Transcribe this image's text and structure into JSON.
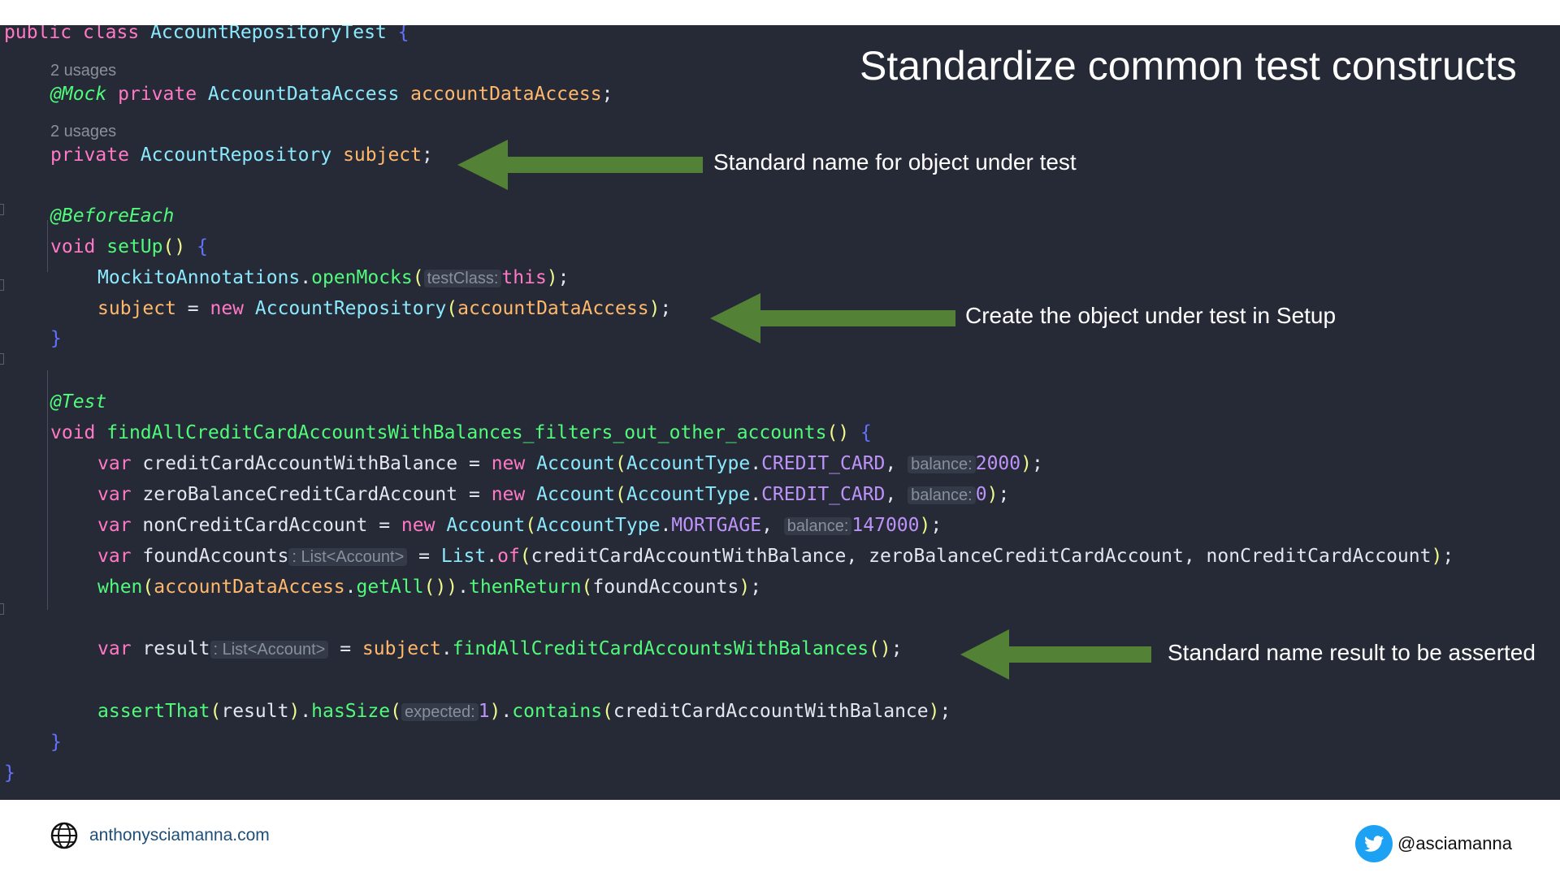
{
  "title": "Standardize common test constructs",
  "callouts": [
    "Standard name for object under test",
    "Create the object under test in Setup",
    "Standard name result to be asserted"
  ],
  "footer": {
    "website": "anthonysciamanna.com",
    "twitter_handle": "@asciamanna",
    "globe_icon": "globe-icon",
    "twitter_icon": "twitter-bird-icon"
  },
  "colors": {
    "editor_background": "#262a36",
    "arrow_green": "#538135",
    "keyword": "#ff79c6",
    "class_name": "#8be9fd",
    "field": "#ffb86c",
    "annotation": "#50fa7b"
  },
  "code": {
    "usages_1": "2 usages",
    "usages_2": "2 usages",
    "l_public": "public",
    "l_class": "class",
    "l_classname": "AccountRepositoryTest",
    "l_open": "{",
    "mock_ann": "@Mock",
    "private1": "private",
    "type_dataaccess": "AccountDataAccess",
    "field_dataaccess": "accountDataAccess",
    "semi": ";",
    "private2": "private",
    "type_repo": "AccountRepository",
    "field_subject": "subject",
    "beforeeach": "@BeforeEach",
    "void1": "void",
    "setup_name": "setUp",
    "parens": "()",
    "mockito": "MockitoAnnotations",
    "openmocks": "openMocks",
    "hint_testclass": "testClass:",
    "this_kw": "this",
    "subject_var": "subject",
    "eq": " = ",
    "new_kw": "new",
    "repo_ctor": "AccountRepository",
    "arg_dataaccess": "accountDataAccess",
    "close_brace": "}",
    "test_ann": "@Test",
    "void2": "void",
    "test_name": "findAllCreditCardAccountsWithBalances_filters_out_other_accounts",
    "var_kw": "var",
    "v1": "creditCardAccountWithBalance",
    "v2": "zeroBalanceCreditCardAccount",
    "v3": "nonCreditCardAccount",
    "v4": "foundAccounts",
    "account_cls": "Account",
    "accounttype": "AccountType",
    "credit_card": "CREDIT_CARD",
    "mortgage": "MORTGAGE",
    "hint_balance": "balance:",
    "n2000": "2000",
    "n0": "0",
    "n147000": "147000",
    "hint_list": ": List<Account>",
    "list_cls": "List",
    "of_fn": "of",
    "when_fn": "when",
    "getall_fn": "getAll",
    "thenreturn_fn": "thenReturn",
    "result_var": "result",
    "find_fn": "findAllCreditCardAccountsWithBalances",
    "assertthat_fn": "assertThat",
    "hassize_fn": "hasSize",
    "hint_expected": "expected:",
    "n1": "1",
    "contains_fn": "contains",
    "final_brace": "}"
  }
}
